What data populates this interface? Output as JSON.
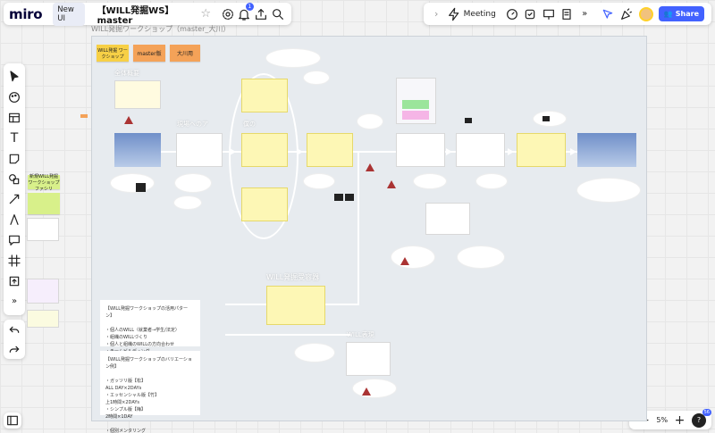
{
  "app": {
    "logo": "miro",
    "new_ui_badge": "New UI",
    "board_name": "【WILL発掘WS】master"
  },
  "collab": {
    "meeting_label": "Meeting",
    "share_label": "Share",
    "notification_count": "1"
  },
  "zoom": {
    "level": "5%",
    "user_count": "56"
  },
  "frame": {
    "title": "WILL発掘ワークショップ（master_大川）"
  },
  "tags": {
    "tag1": "WILL発掘 ワークショップ",
    "tag2": "master版",
    "tag3": "大川用"
  },
  "sections": {
    "overview": "全体概要",
    "approach": "現場へのア",
    "bokuno": "僕の",
    "will_discovery": "WILL発掘受容器",
    "will_table": "WILL表現"
  },
  "side_note": {
    "text": "新規WILL発掘 ワークショップ ファシリ"
  },
  "notes": {
    "patterns": "【WILL発掘ワークショップの活用パターン】\n\n・個人のWILL（就業者→学生/法定）\n・組織のWILLづくり\n・個人と組織のWILLの方向合わせ\n・チームビルディング",
    "variations": "【WILL発掘ワークショップのバリエーション例】\n\n・ガッツリ版【松】\n    ALL DAY×2DAYs\n・エッセンシャル版【竹】\n    上1時間×2DAYs\n・シンプル版【梅】\n    2時間×1DAY\n\n・個別メンタリング"
  },
  "colors": {
    "accent": "#4262ff",
    "tag_orange": "#f4a258",
    "tag_yellow": "#f7d046",
    "frame_bg": "#e7ebef"
  }
}
